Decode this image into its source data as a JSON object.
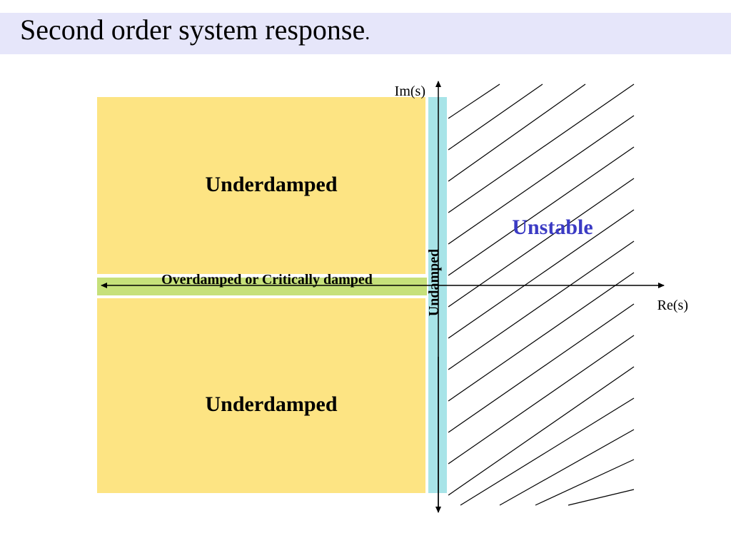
{
  "title": {
    "text": "Second order system response",
    "suffix": "."
  },
  "diagram": {
    "axes": {
      "imaginary_label": "Im(s)",
      "real_label": "Re(s)"
    },
    "regions": {
      "underdamped_upper": "Underdamped",
      "underdamped_lower": "Underdamped",
      "overdamped": "Overdamped or Critically damped",
      "undamped": "Undamped",
      "unstable": "Unstable"
    },
    "colors": {
      "underdamped_fill": "#fde483",
      "overdamped_fill": "#c6e07a",
      "undamped_fill": "#a8e4e8",
      "unstable_text": "#3b3bc4",
      "hatch": "#000000",
      "title_bar": "#e6e6fa"
    }
  }
}
